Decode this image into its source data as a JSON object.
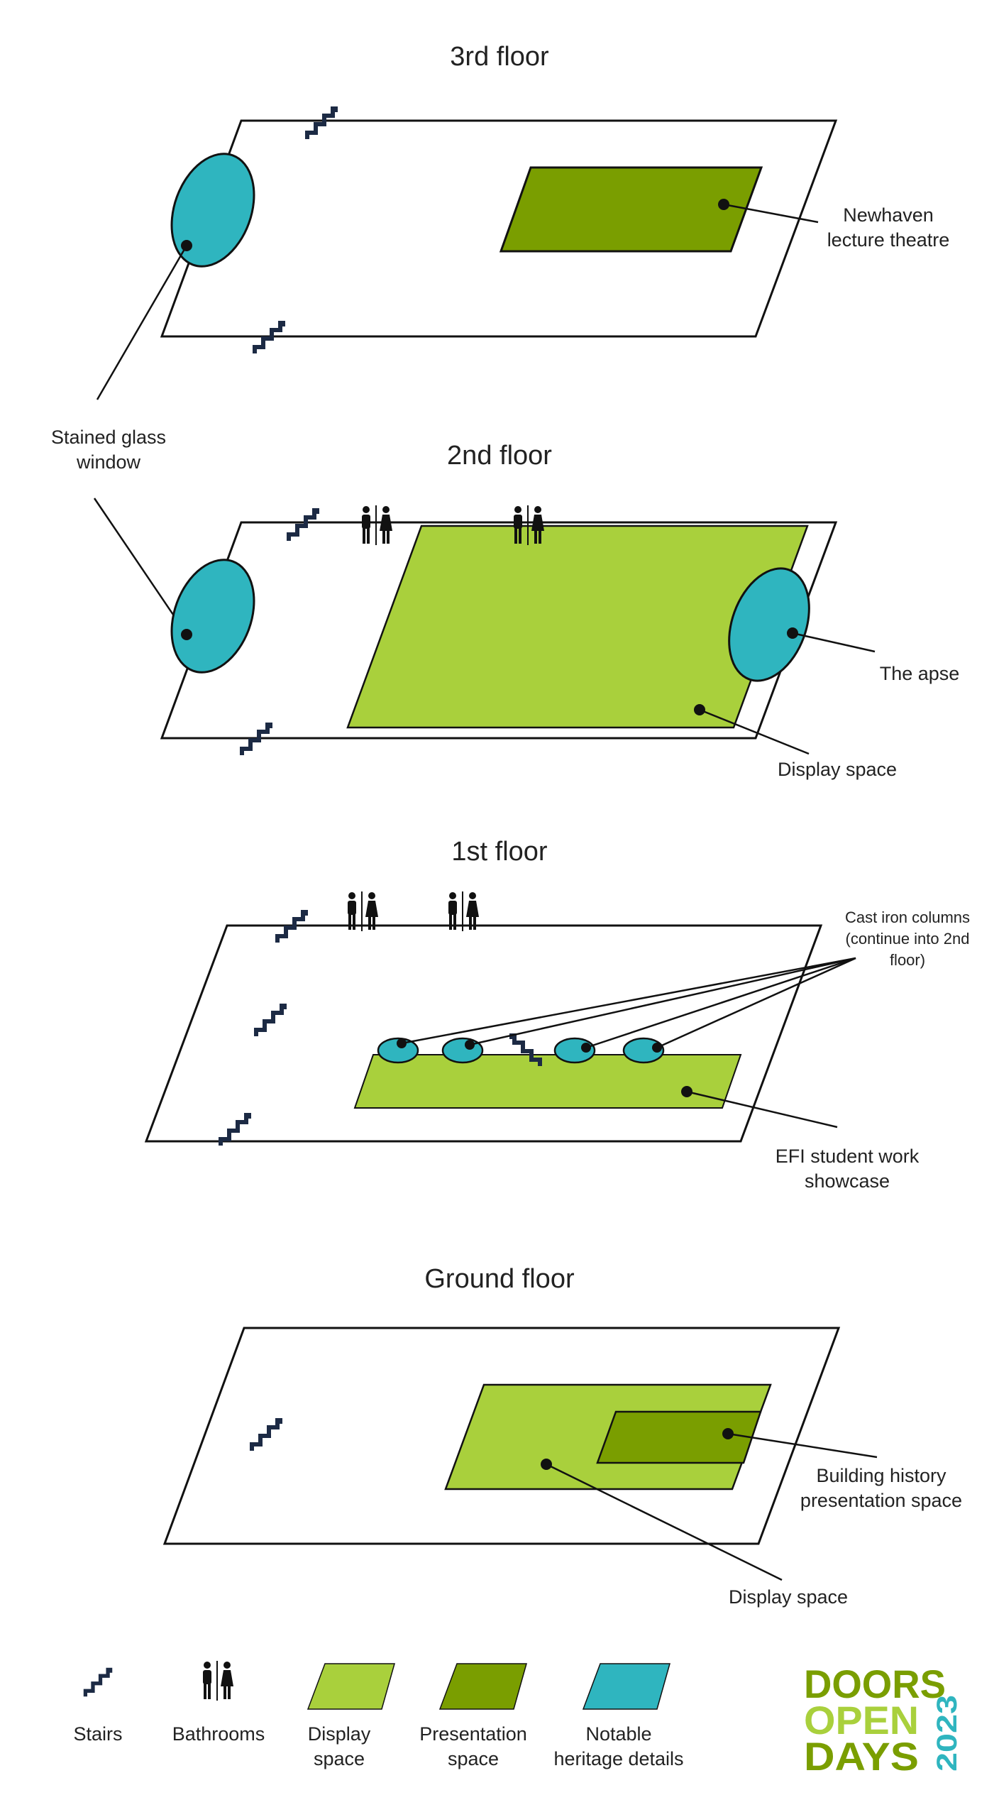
{
  "colors": {
    "display": "#a9d03c",
    "presentation": "#7a9e00",
    "heritage": "#2fb5bf",
    "stairs": "#1c2a44",
    "logo_green": "#7a9e00",
    "logo_lime": "#a9d03c",
    "logo_teal": "#2fb5bf"
  },
  "floors": {
    "third": {
      "title": "3rd floor",
      "newhaven_line1": "Newhaven",
      "newhaven_line2": "lecture theatre"
    },
    "shared": {
      "stained_line1": "Stained glass",
      "stained_line2": "window"
    },
    "second": {
      "title": "2nd floor",
      "apse": "The apse",
      "display": "Display space"
    },
    "first": {
      "title": "1st floor",
      "columns_line1": "Cast iron columns",
      "columns_line2": "(continue into 2nd",
      "columns_line3": "floor)",
      "efi_line1": "EFI student work",
      "efi_line2": "showcase"
    },
    "ground": {
      "title": "Ground floor",
      "history_line1": "Building history",
      "history_line2": "presentation space",
      "display": "Display space"
    }
  },
  "legend": {
    "stairs": "Stairs",
    "bathrooms": "Bathrooms",
    "display_line1": "Display",
    "display_line2": "space",
    "presentation_line1": "Presentation",
    "presentation_line2": "space",
    "heritage_line1": "Notable",
    "heritage_line2": "heritage details"
  },
  "logo": {
    "line1": "DOORS",
    "line2": "OPEN",
    "line3": "DAYS",
    "year": "2023"
  }
}
